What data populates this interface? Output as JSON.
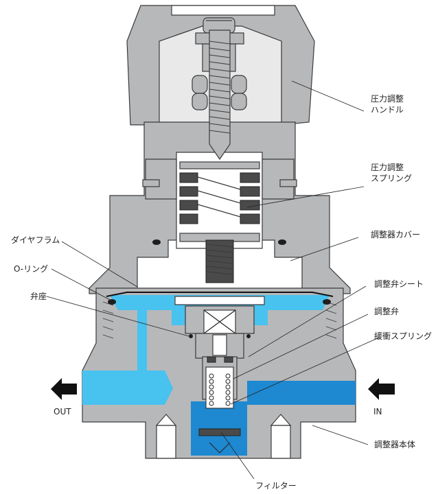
{
  "labels": {
    "handle": [
      "圧力調整",
      "ハンドル"
    ],
    "spring": [
      "圧力調整",
      "スプリング"
    ],
    "cover": "調整器カバー",
    "diaphragm": "ダイヤフラム",
    "o_ring": "O-リング",
    "valve_seat": "弁座",
    "valve_seat_sheet": "調整弁シート",
    "valve": "調整弁",
    "buffer_spring": "緩衝スプリング",
    "body": "調整器本体",
    "filter": "フィルター",
    "out": "OUT",
    "in": "IN"
  },
  "colors": {
    "metal": "#b7b8ba",
    "fluid_light": "#48c2ee",
    "fluid_dark": "#1e88d0",
    "o_ring": "#1e1e1e"
  }
}
